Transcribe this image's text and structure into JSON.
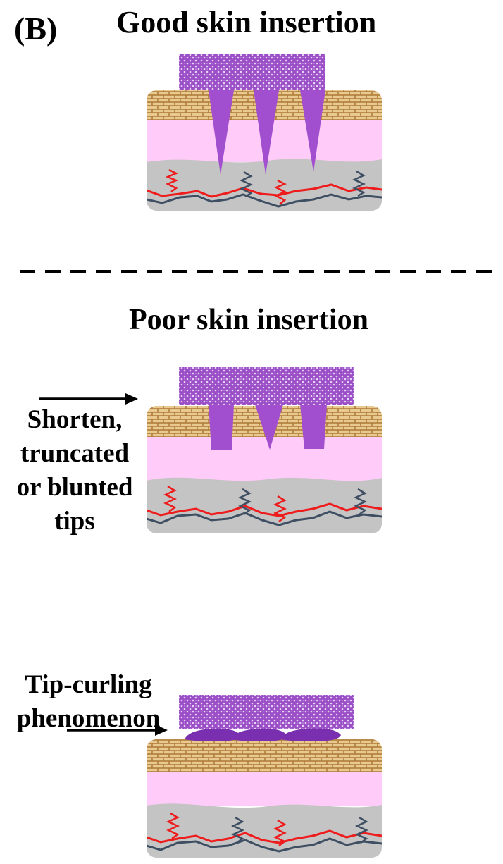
{
  "panel_label": "(B)",
  "sections": {
    "good": {
      "title": "Good skin insertion"
    },
    "poor": {
      "title": "Poor skin insertion"
    }
  },
  "annotations": {
    "shorten": [
      "Shorten,",
      "truncated",
      "or blunted",
      "tips"
    ],
    "curling": [
      "Tip-curling",
      "phenomenon"
    ]
  },
  "colors": {
    "patch_base": "#9b4fc7",
    "needle": "#a24fcf",
    "curled_tip": "#7a2fb0",
    "stratum_corneum": "#b07c3c",
    "epidermis": "#ffcbf8",
    "dermis": "#c4c4c4",
    "blood_vessel": "#ee1c1c",
    "nerve": "#3f4f63"
  }
}
